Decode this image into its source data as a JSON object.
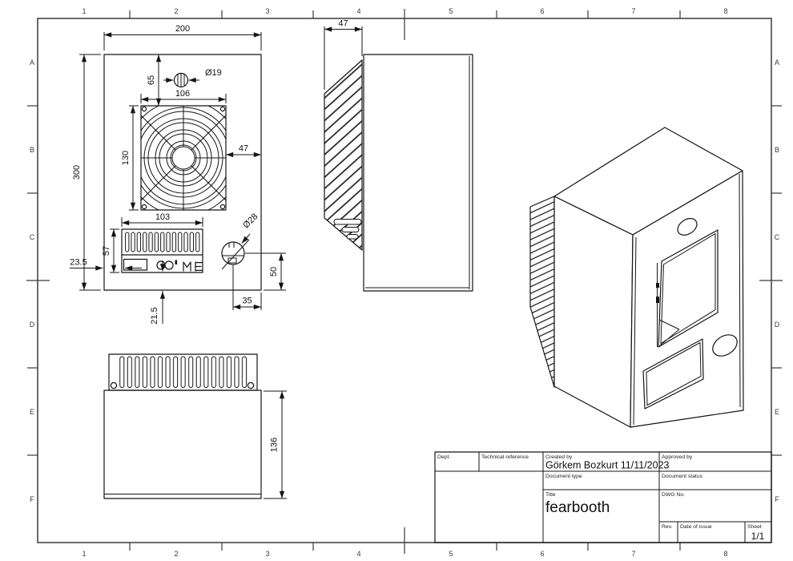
{
  "sheet": {
    "columns": [
      "1",
      "2",
      "3",
      "4",
      "5",
      "6",
      "7",
      "8"
    ],
    "rows": [
      "A",
      "B",
      "C",
      "D",
      "E",
      "F"
    ]
  },
  "dimensions": {
    "front_width": "200",
    "front_height": "300",
    "grille_top_offset": "65",
    "top_hole_diameter": "Ø19",
    "grille_width": "106",
    "grille_height": "130",
    "grille_side_gap": "47",
    "vent_width": "103",
    "vent_height": "57",
    "vent_left_offset": "23.5",
    "vent_bottom_offset": "21.5",
    "coin_hole_diameter": "Ø28",
    "coin_hole_height": "50",
    "coin_hole_side": "35",
    "side_vent_depth": "47",
    "bottom_depth": "136"
  },
  "title_block": {
    "dept_label": "Dept.",
    "technical_reference_label": "Technical reference",
    "created_by_label": "Created by",
    "created_by_value": "Görkem Bozkurt 11/11/2023",
    "approved_by_label": "Approved by",
    "document_type_label": "Document type",
    "document_status_label": "Document status",
    "title_label": "Title",
    "title_value": "fearbooth",
    "dwg_no_label": "DWG No.",
    "rev_label": "Rev.",
    "date_of_issue_label": "Date of issue",
    "sheet_label": "Sheet",
    "sheet_value": "1/1"
  }
}
